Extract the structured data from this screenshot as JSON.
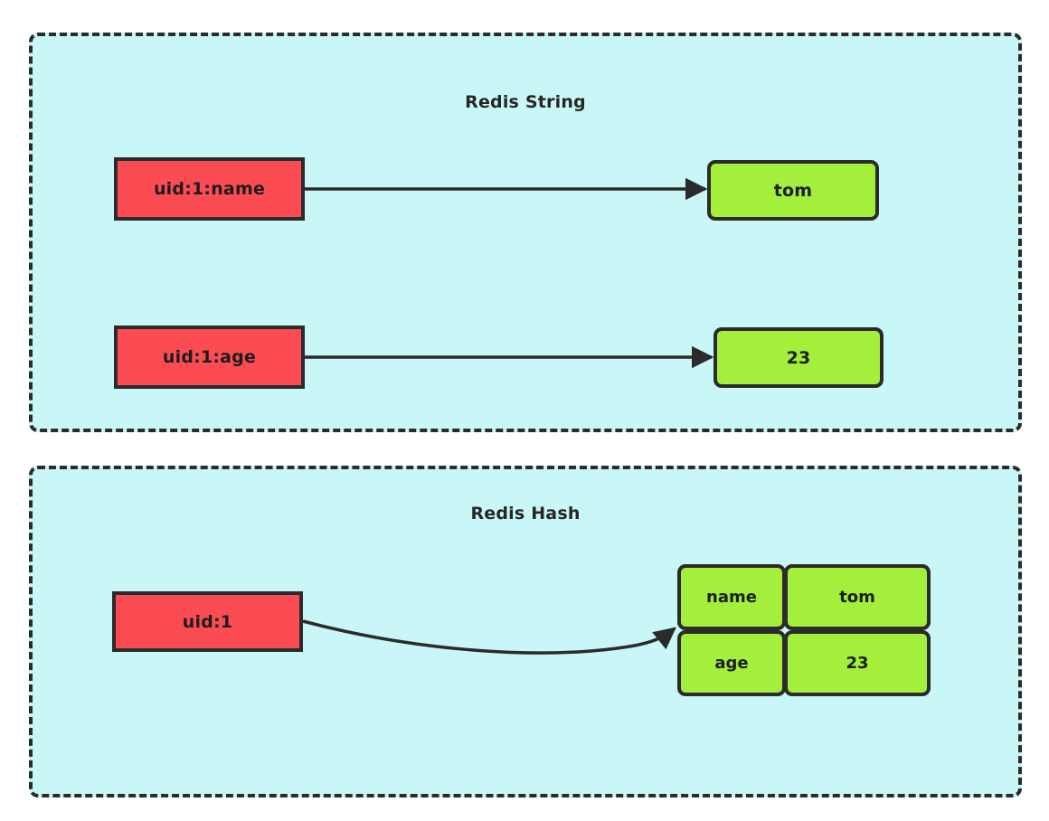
{
  "diagram": {
    "panels": [
      {
        "id": "redis-string",
        "title": "Redis String",
        "keys": [
          {
            "label": "uid:1:name"
          },
          {
            "label": "uid:1:age"
          }
        ],
        "values": [
          {
            "label": "tom"
          },
          {
            "label": "23"
          }
        ],
        "arrows": [
          {
            "from": "uid:1:name",
            "to": "tom",
            "style": "straight"
          },
          {
            "from": "uid:1:age",
            "to": "23",
            "style": "straight"
          }
        ]
      },
      {
        "id": "redis-hash",
        "title": "Redis Hash",
        "keys": [
          {
            "label": "uid:1"
          }
        ],
        "table": {
          "rows": [
            {
              "field": "name",
              "value": "tom"
            },
            {
              "field": "age",
              "value": "23"
            }
          ]
        },
        "arrows": [
          {
            "from": "uid:1",
            "to": "hash-table",
            "style": "curved"
          }
        ]
      }
    ],
    "colors": {
      "panel_fill": "#c9f7f7",
      "panel_border": "#2b2b2b",
      "key_fill": "#fb4b53",
      "value_fill": "#a4ef3b",
      "text": "#1d1d1d",
      "arrow": "#2b2b2b"
    }
  }
}
